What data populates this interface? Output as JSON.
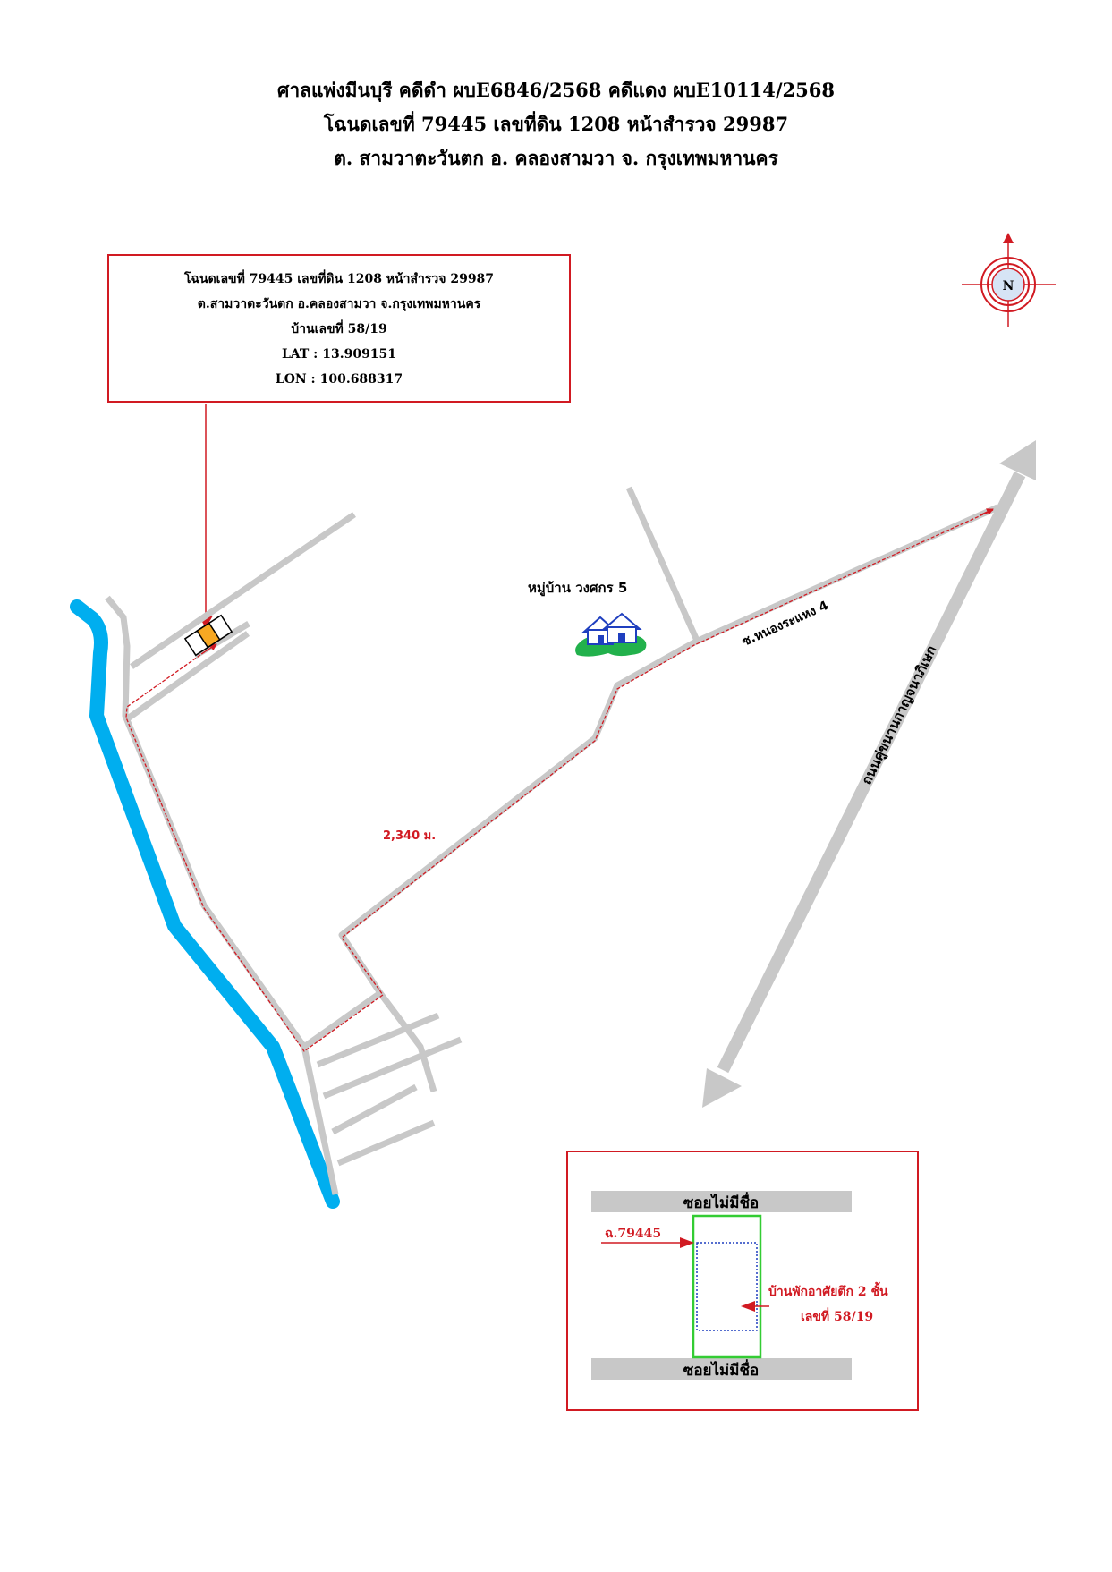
{
  "header": {
    "line1": "ศาลแพ่งมีนบุรี คดีดำ ผบE6846/2568   คดีแดง ผบE10114/2568",
    "line2": "โฉนดเลขที่ 79445 เลขที่ดิน 1208 หน้าสำรวจ 29987",
    "line3": "ต. สามวาตะวันตก อ. คลองสามวา จ. กรุงเทพมหานคร"
  },
  "info_box": {
    "line1": "โฉนดเลขที่ 79445 เลขที่ดิน 1208 หน้าสำรวจ 29987",
    "line2": "ต.สามวาตะวันตก อ.คลองสามวา จ.กรุงเทพมหานคร",
    "line3": "บ้านเลขที่ 58/19",
    "lat": "LAT : 13.909151",
    "lon": "LON : 100.688317"
  },
  "compass": {
    "label": "N"
  },
  "map": {
    "village_label": "หมู่บ้าน วงศกร 5",
    "village_icon": "houses-icon",
    "soi_label": "ซ.หนองระแหง 4",
    "main_road_label": "ถนนคู่ขนานกาญจนาภิเษก",
    "distance_label": "2,340 ม."
  },
  "inset": {
    "top_road_label": "ซอยไม่มีชื่อ",
    "bottom_road_label": "ซอยไม่มีชื่อ",
    "deed_label": "ฉ.79445",
    "house_label_line1": "บ้านพักอาศัยตึก 2 ชั้น",
    "house_label_line2": "เลขที่ 58/19"
  },
  "colors": {
    "road": "#c8c8c8",
    "canal": "#00aeef",
    "route": "#d11a22",
    "plot": "#f7a823",
    "compass_fill": "#d6e4f5",
    "inset_parcel": "#33cc33",
    "inset_building": "#1f3fbf"
  }
}
